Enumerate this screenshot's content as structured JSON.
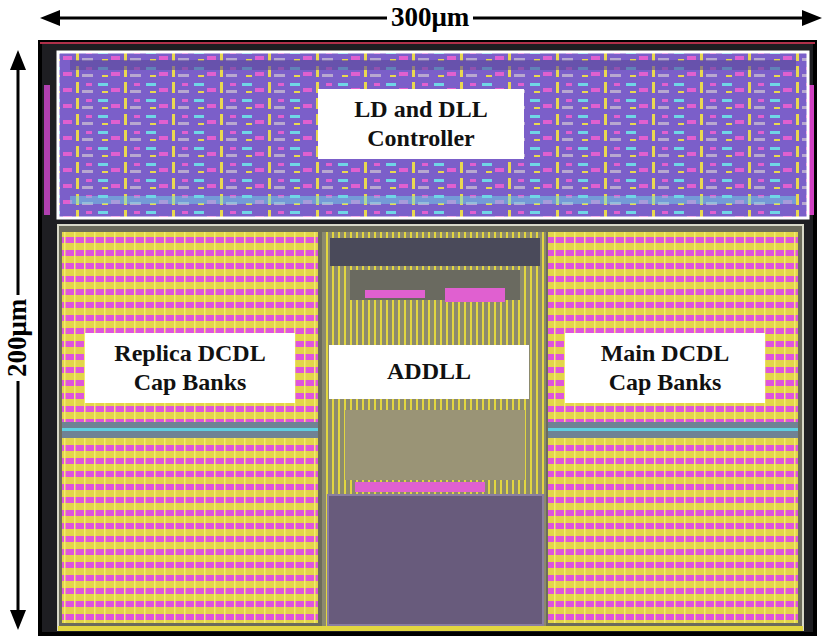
{
  "diagram": {
    "nodes": [
      {
        "text": [
          "LD and DLL Controller"
        ]
      },
      {
        "text": [
          "Replica DCDL Cap Banks"
        ]
      },
      {
        "text": [
          "ADDLL"
        ]
      },
      {
        "text": [
          "Main DCDL Cap Banks"
        ]
      }
    ],
    "labels": [
      "300μm",
      "200μm"
    ]
  }
}
